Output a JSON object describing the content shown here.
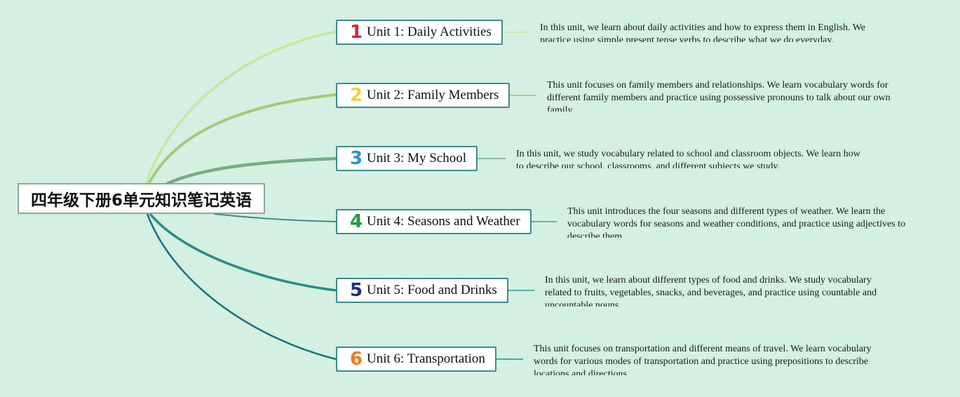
{
  "root": {
    "title": "四年级下册6单元知识笔记英语"
  },
  "units": [
    {
      "number": "1",
      "title": "Unit 1: Daily Activities",
      "description": "In this unit, we learn about daily activities and how to express them in English. We practice using simple present tense verbs to describe what we do everyday.",
      "color": "#d7263d"
    },
    {
      "number": "2",
      "title": "Unit 2: Family Members",
      "description": "This unit focuses on family members and relationships. We learn vocabulary words for different family members and practice using possessive pronouns to talk about our own family.",
      "color": "#f3d04a"
    },
    {
      "number": "3",
      "title": "Unit 3: My School",
      "description": "In this unit, we study vocabulary related to school and classroom objects. We learn how to describe our school, classrooms, and different subjects we study.",
      "color": "#2d8fd5"
    },
    {
      "number": "4",
      "title": "Unit 4: Seasons and Weather",
      "description": "This unit introduces the four seasons and different types of weather. We learn the vocabulary words for seasons and weather conditions, and practice using adjectives to describe them.",
      "color": "#1d9a3e"
    },
    {
      "number": "5",
      "title": "Unit 5: Food and Drinks",
      "description": "In this unit, we learn about different types of food and drinks. We study vocabulary related to fruits, vegetables, snacks, and beverages, and practice using countable and uncountable nouns.",
      "color": "#1f2f7a"
    },
    {
      "number": "6",
      "title": "Unit 6: Transportation",
      "description": "This unit focuses on transportation and different means of travel. We learn vocabulary words for various modes of transportation and practice using prepositions to describe locations and directions.",
      "color": "#f07a1e"
    }
  ],
  "branch_colors": [
    "#c5e79e",
    "#a2cb72",
    "#77ac84",
    "#3d8c86",
    "#2a8a88",
    "#1d6f7c"
  ]
}
